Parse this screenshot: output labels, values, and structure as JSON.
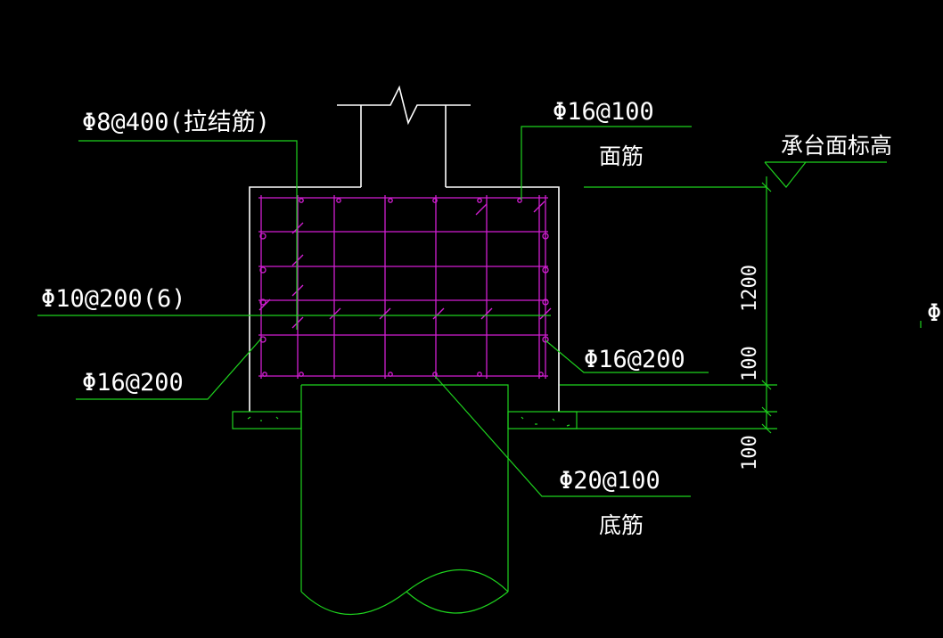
{
  "labels": {
    "tie_bar": "Φ8@400(拉结筋)",
    "top_bar": "Φ16@100",
    "top_bar_name": "面筋",
    "elev_mark": "承台面标高",
    "stirrup": "Φ10@200(6)",
    "side_bar_left": "Φ16@200",
    "side_bar_right": "Φ16@200",
    "bottom_bar": "Φ20@100",
    "bottom_bar_name": "底筋",
    "cut_off": "Φ"
  },
  "dimensions": {
    "cap_depth": "1200",
    "cover_bottom": "100",
    "cushion": "100"
  },
  "colors": {
    "concrete_outline": "#ffffff",
    "leader_lines": "#1ed21e",
    "rebar": "#d21ed2",
    "text": "#ffffff"
  }
}
